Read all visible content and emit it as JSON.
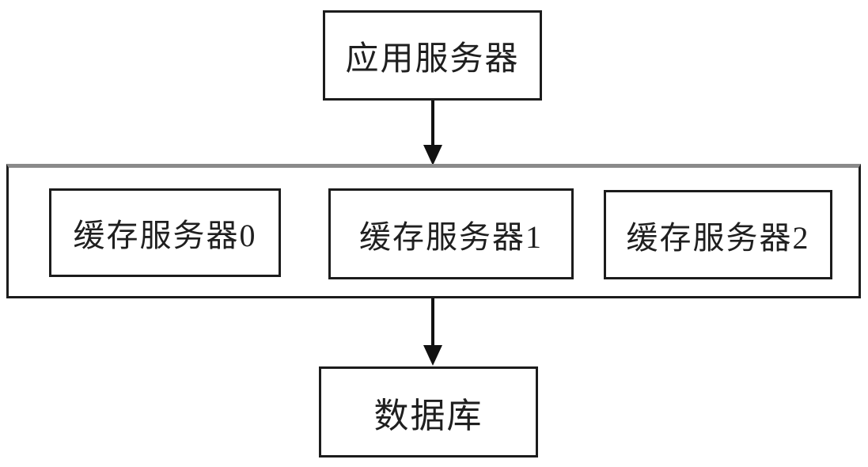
{
  "diagram": {
    "title": "cache-server-architecture-diagram",
    "app_server": {
      "label": "应用服务器"
    },
    "cache_cluster": {
      "servers": [
        {
          "label": "缓存服务器0"
        },
        {
          "label": "缓存服务器1"
        },
        {
          "label": "缓存服务器2"
        }
      ]
    },
    "database": {
      "label": "数据库"
    },
    "connections": [
      {
        "from": "应用服务器",
        "to": "缓存服务器集群",
        "direction": "down"
      },
      {
        "from": "缓存服务器集群",
        "to": "数据库",
        "direction": "down"
      }
    ],
    "colors": {
      "background": "#ffffff",
      "box_border": "#1c1c1c",
      "cluster_top_border": "#8a8a8a",
      "arrow": "#111111",
      "text": "#1f1f1f"
    }
  }
}
